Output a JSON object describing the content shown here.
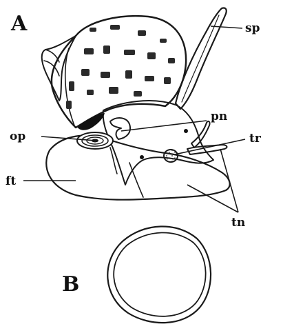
{
  "figure": {
    "panels": [
      {
        "id": "A",
        "label": "A"
      },
      {
        "id": "B",
        "label": "B"
      }
    ],
    "annotations": [
      {
        "id": "sp",
        "text": "sp"
      },
      {
        "id": "pn",
        "text": "pn"
      },
      {
        "id": "op",
        "text": "op"
      },
      {
        "id": "tr",
        "text": "tr"
      },
      {
        "id": "ft",
        "text": "ft"
      },
      {
        "id": "tn",
        "text": "tn"
      }
    ]
  },
  "colors": {
    "ink": "#1a1a1a",
    "paper": "#ffffff"
  }
}
